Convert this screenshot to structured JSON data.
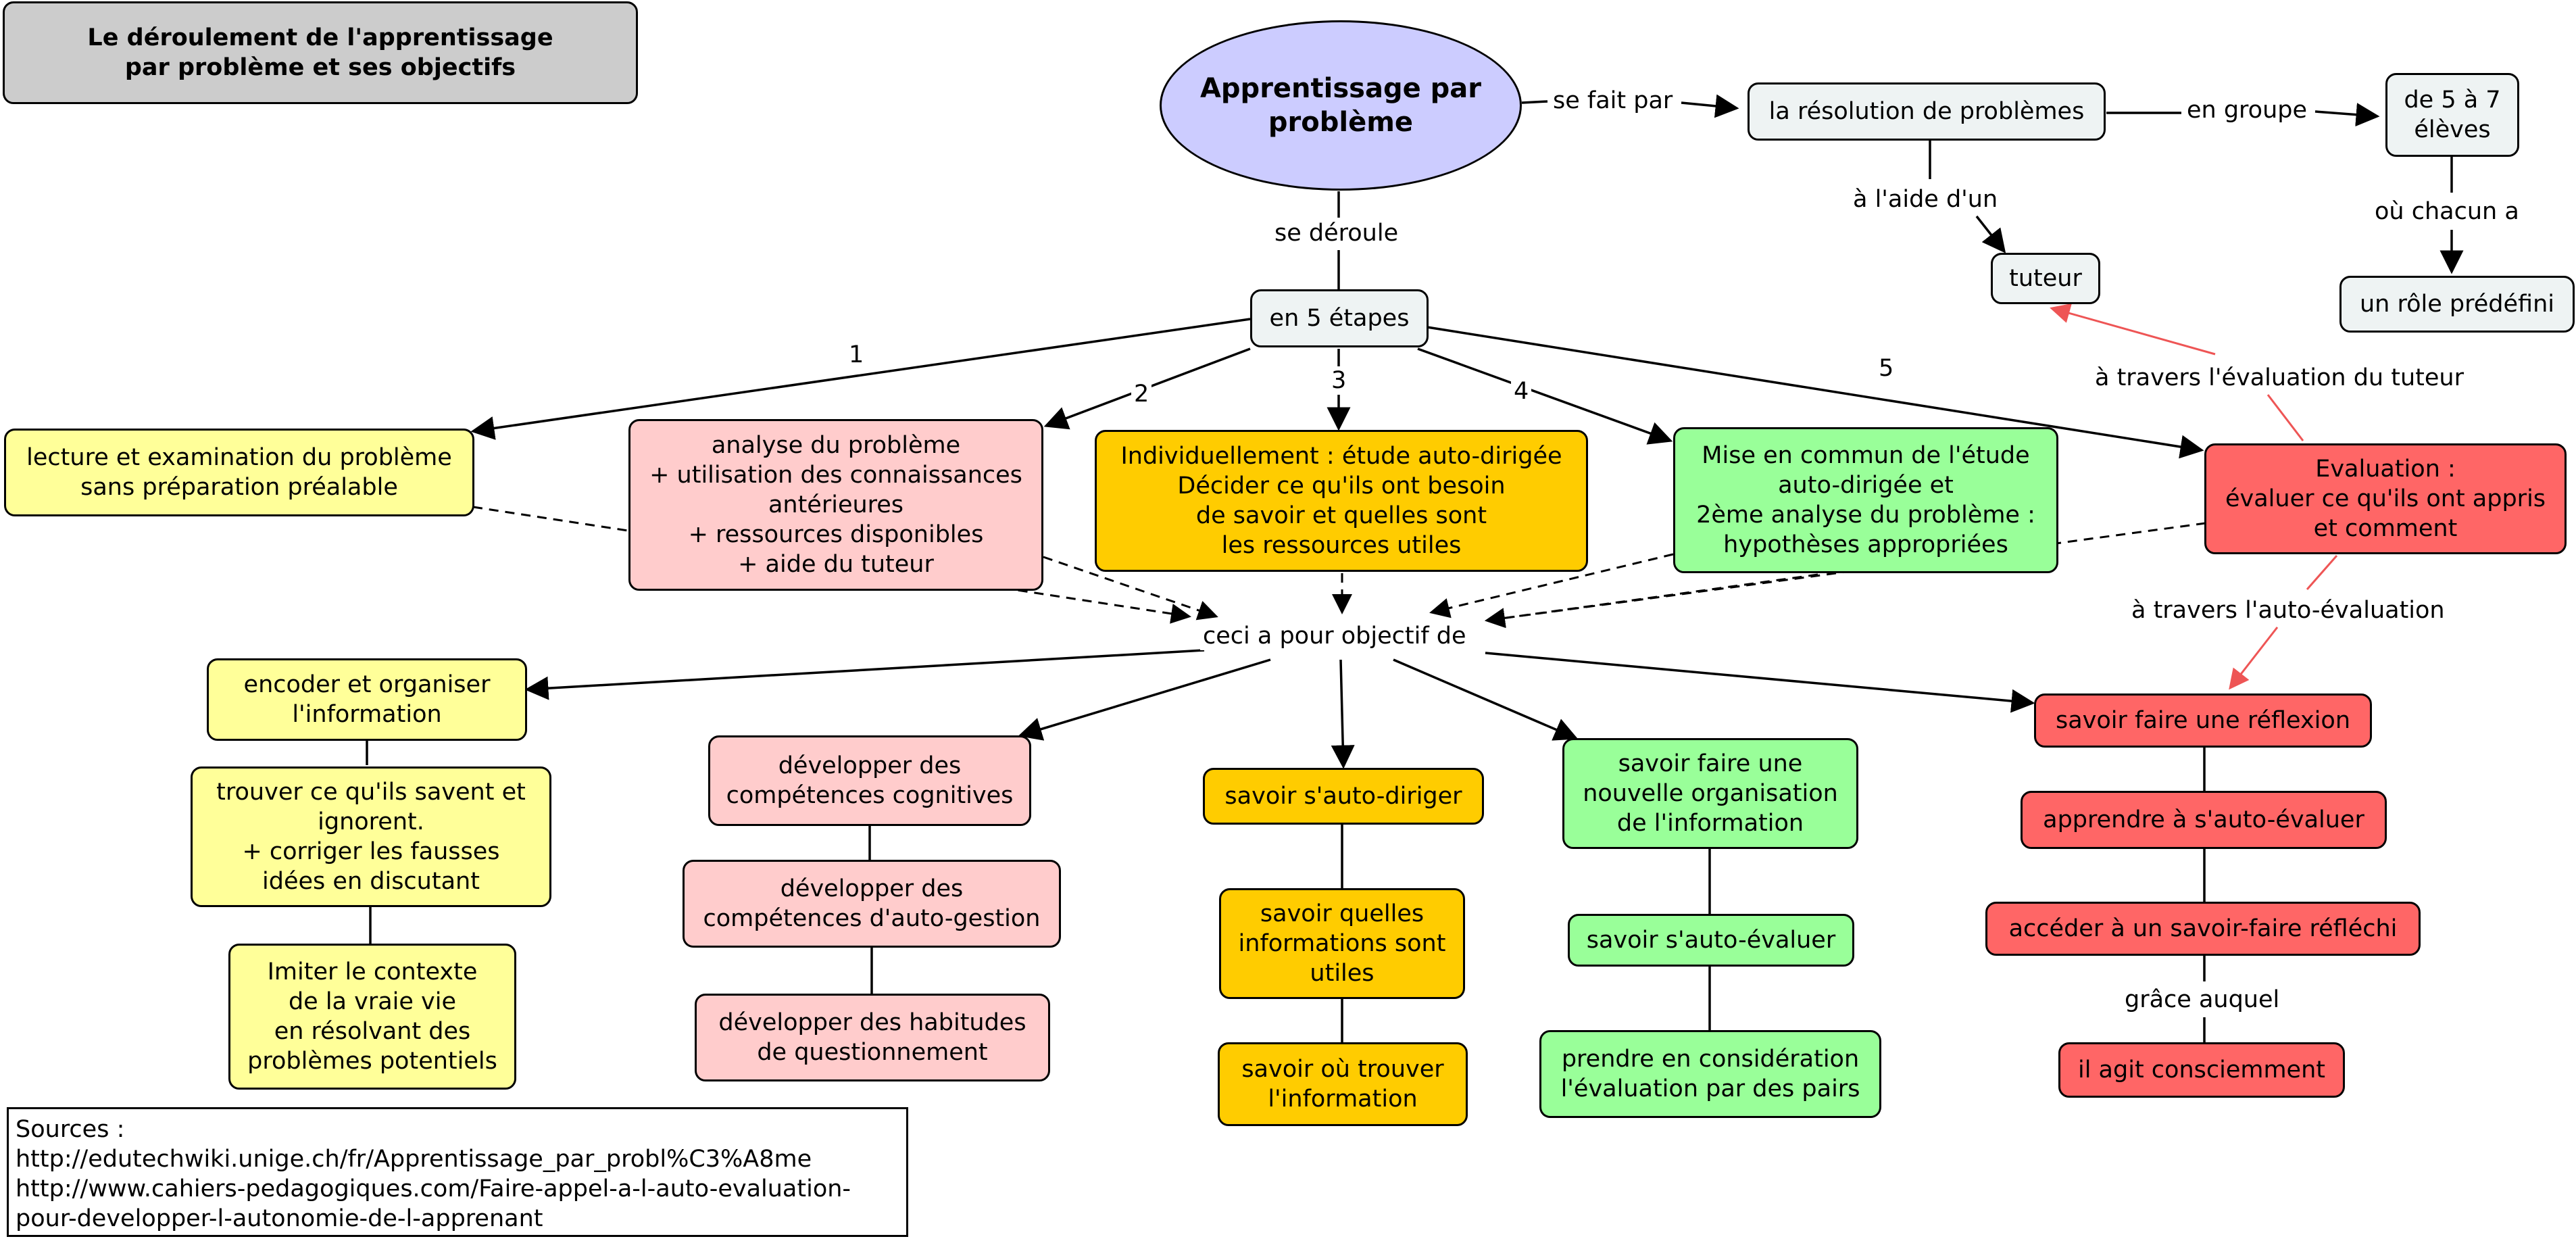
{
  "colors": {
    "title_box": "#cccccc",
    "main_ellipse": "#ccccff",
    "info_box": "#eef3f3",
    "step1": "#ffff99",
    "step2": "#ffcccc",
    "step3": "#ffcc00",
    "step4": "#99ff99",
    "step5": "#ff6666",
    "tutor_evaluation_link": "#ee5555"
  },
  "title": "Le déroulement de l'apprentissage\npar problème et ses objectifs",
  "main": "Apprentissage par\nproblème",
  "resolution": "la résolution de problèmes",
  "group_size": "de 5 à 7\nélèves",
  "tutor": "tuteur",
  "role": "un rôle prédéfini",
  "stages": "en 5 étapes",
  "steps": {
    "s1": "lecture et examination du problème\nsans préparation préalable",
    "s2": "analyse du problème\n+ utilisation des connaissances\nantérieures\n+ ressources disponibles\n+ aide du tuteur",
    "s3": "Individuellement : étude auto-dirigée\nDécider ce qu'ils ont besoin\nde savoir et quelles sont\nles ressources utiles",
    "s4": "Mise en commun de l'étude\nauto-dirigée et\n2ème analyse du problème :\nhypothèses appropriées",
    "s5": "Evaluation :\névaluer ce qu'ils ont appris\net comment"
  },
  "objective_hub": "ceci a pour objectif de",
  "objectives": {
    "o1a": "encoder et organiser\nl'information",
    "o1b": "trouver ce qu'ils savent et\nignorent.\n+ corriger les fausses\nidées en discutant",
    "o1c": "Imiter le contexte\nde la vraie vie\nen résolvant des\nproblèmes potentiels",
    "o2a": "développer des\ncompétences cognitives",
    "o2b": "développer des\ncompétences d'auto-gestion",
    "o2c": "développer des habitudes\nde questionnement",
    "o3a": "savoir s'auto-diriger",
    "o3b": "savoir quelles\ninformations sont\nutiles",
    "o3c": "savoir où trouver\nl'information",
    "o4a": "savoir faire une\nnouvelle organisation\nde l'information",
    "o4b": "savoir s'auto-évaluer",
    "o4c": "prendre en considération\nl'évaluation par des pairs",
    "o5a": "savoir faire une réflexion",
    "o5b": "apprendre à s'auto-évaluer",
    "o5c": "accéder à un savoir-faire réfléchi",
    "o5d": "il agit consciemment"
  },
  "links": {
    "se_fait_par": "se fait par",
    "en_groupe": "en groupe",
    "a_laide": "à l'aide d'un",
    "ou_chacun": "où chacun a",
    "se_deroule": "se déroule",
    "n1": "1",
    "n2": "2",
    "n3": "3",
    "n4": "4",
    "n5": "5",
    "eval_tuteur": "à travers l'évaluation du tuteur",
    "auto_eval": "à travers l'auto-évaluation",
    "grace": "grâce auquel"
  },
  "sources": "Sources :\nhttp://edutechwiki.unige.ch/fr/Apprentissage_par_probl%C3%A8me\nhttp://www.cahiers-pedagogiques.com/Faire-appel-a-l-auto-evaluation-\npour-developper-l-autonomie-de-l-apprenant"
}
